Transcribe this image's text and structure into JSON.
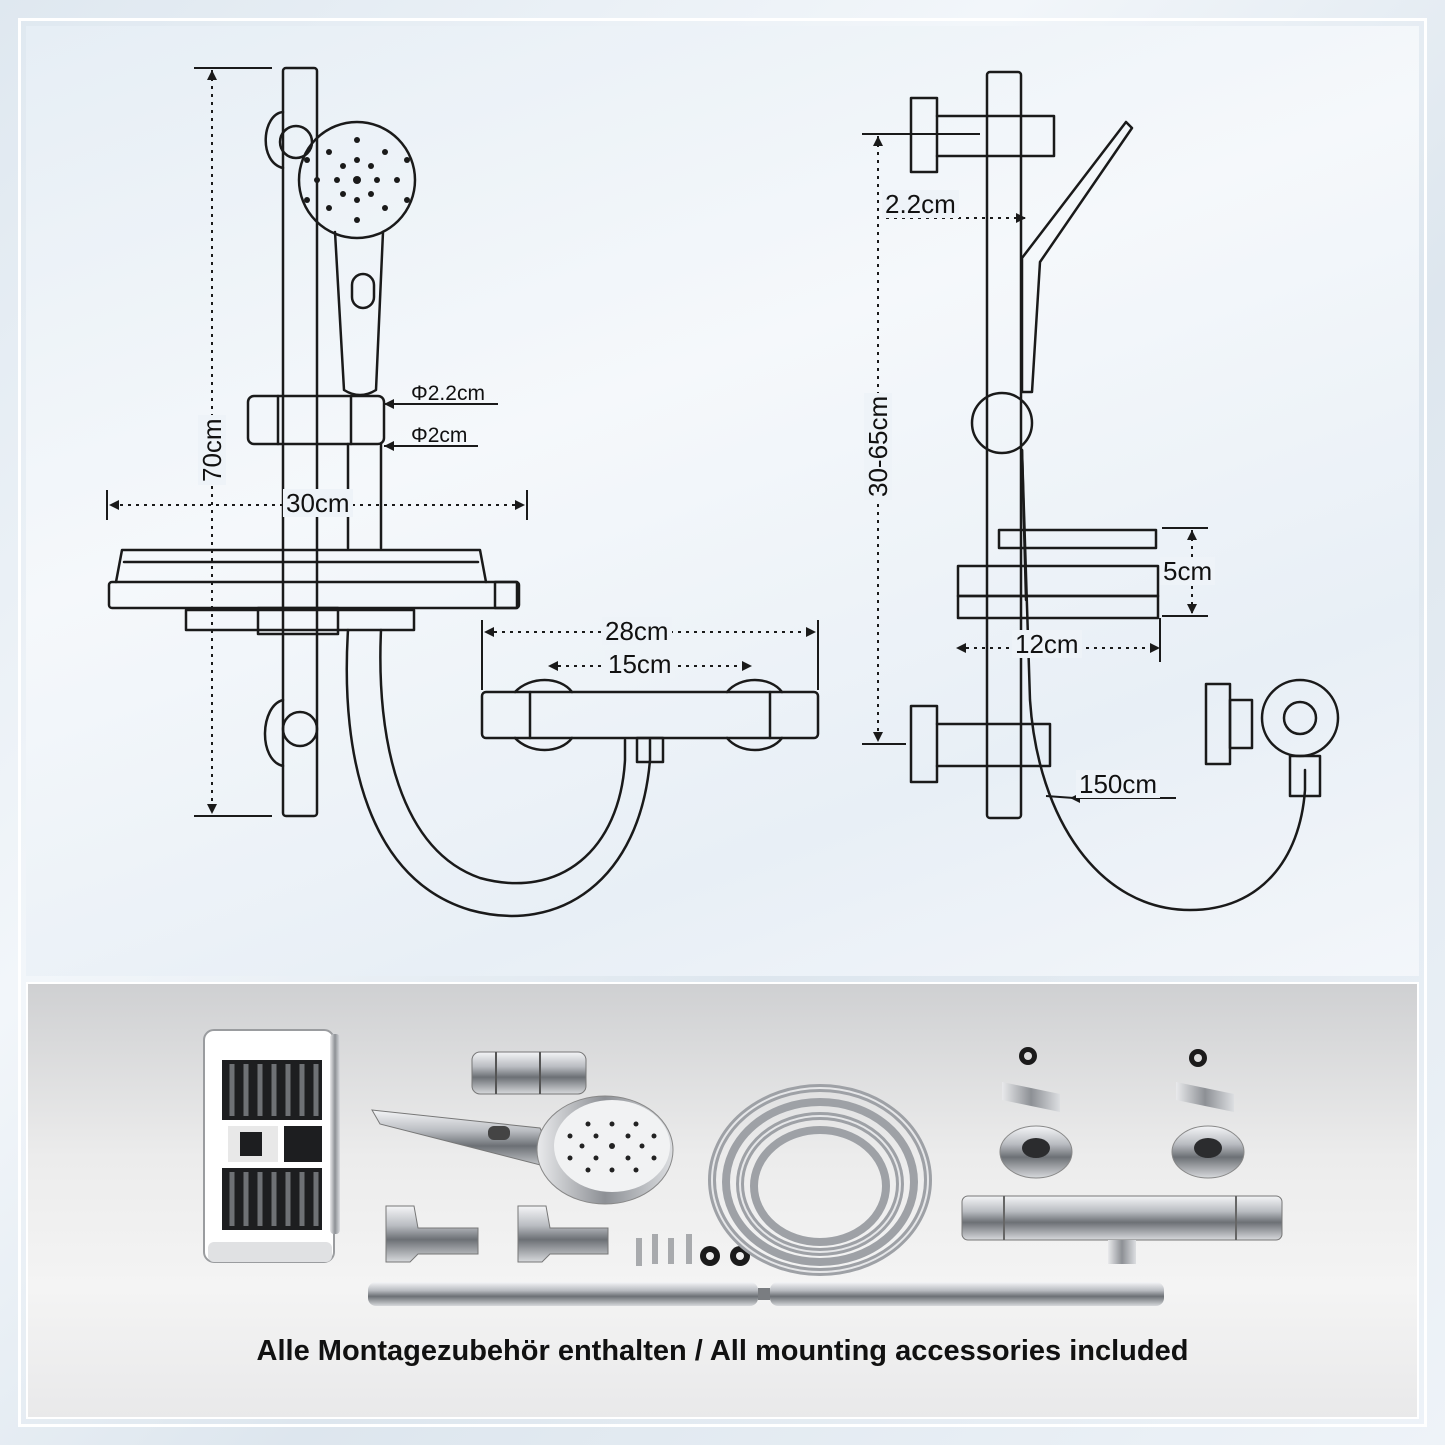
{
  "dimensions": {
    "height_total": "70cm",
    "shelf_width": "30cm",
    "rod_diameter_outer": "Φ2.2cm",
    "rod_diameter_inner": "Φ2cm",
    "mixer_width": "28cm",
    "mixer_inlet_spacing": "15cm",
    "bracket_offset": "2.2cm",
    "adjustable_height": "30-65cm",
    "shelf_height": "5cm",
    "shelf_depth": "12cm",
    "hose_length": "150cm"
  },
  "caption": "Alle Montagezubehör enthalten / All mounting accessories included",
  "colors": {
    "line": "#1a1a1a",
    "chrome_light": "#f2f3f5",
    "chrome_dark": "#5c5f63"
  }
}
